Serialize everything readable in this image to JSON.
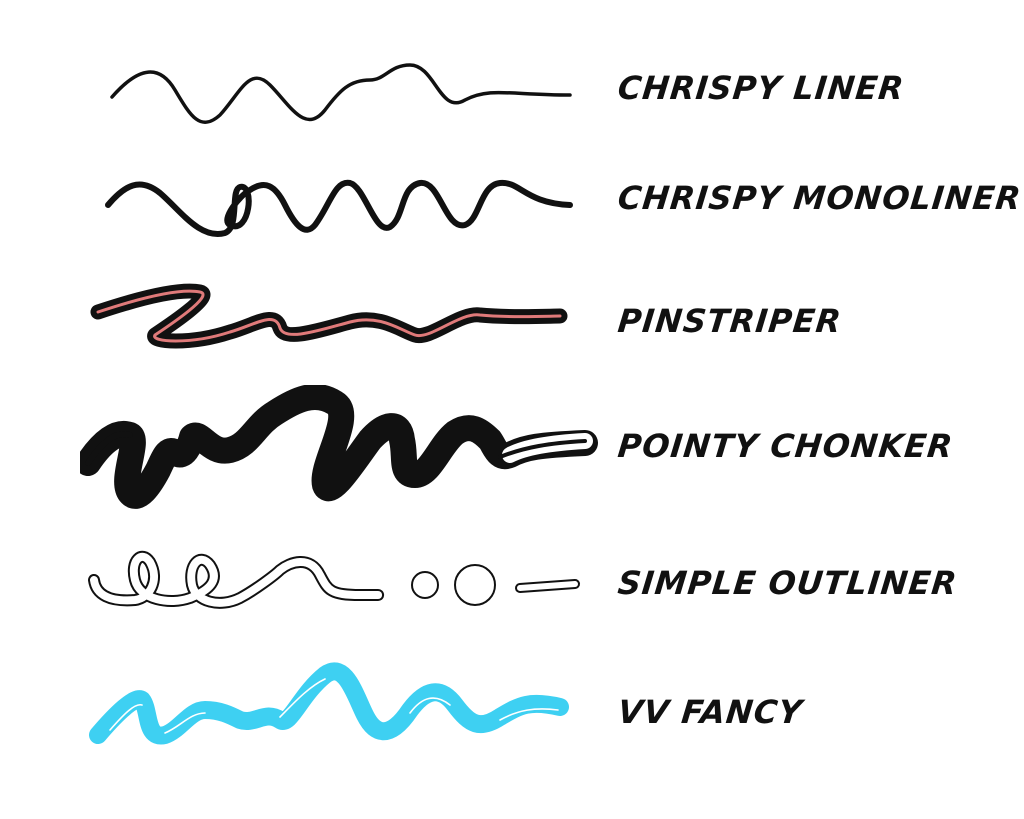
{
  "brushes": [
    {
      "name": "CHRISPY LINER",
      "style": "thin-line",
      "color": "#111111"
    },
    {
      "name": "CHRISPY MONOLINER",
      "style": "mono-line-loop",
      "color": "#111111"
    },
    {
      "name": "PINSTRIPER",
      "style": "pinstripe",
      "color": "#111111",
      "accent": "#e07a7a"
    },
    {
      "name": "POINTY CHONKER",
      "style": "tapered-thick",
      "color": "#111111"
    },
    {
      "name": "SIMPLE OUTLINER",
      "style": "outline",
      "color": "#111111"
    },
    {
      "name": "VV FANCY",
      "style": "ribbon",
      "color": "#3ed0f2",
      "accent": "#ffffff"
    }
  ]
}
